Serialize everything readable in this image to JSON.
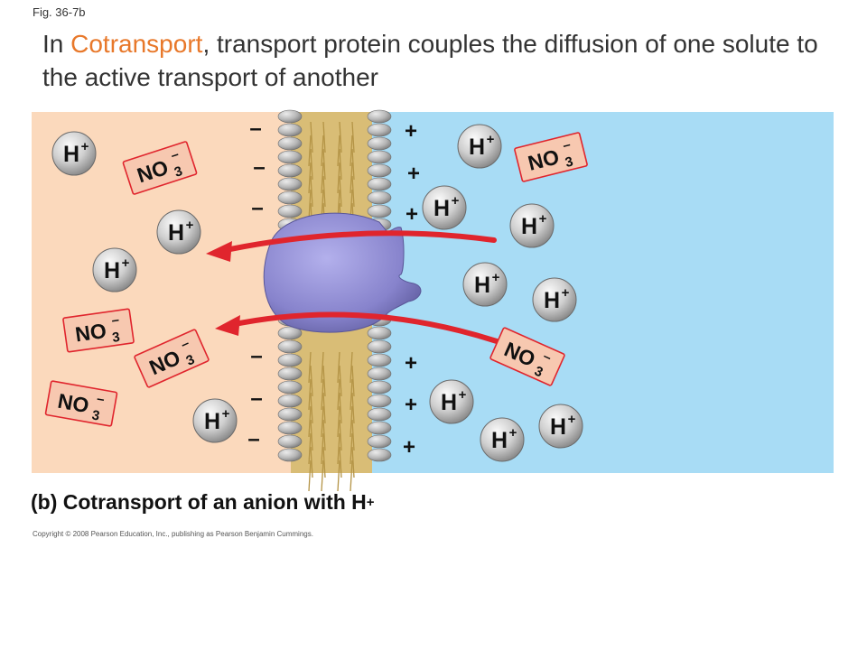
{
  "figure_label": "Fig. 36-7b",
  "title": {
    "before": "In ",
    "highlight": "Cotransport",
    "after": ", transport protein couples the diffusion of one solute to the active transport of another"
  },
  "caption": {
    "text": "(b) Cotransport of an anion with H",
    "superscript": "+"
  },
  "copyright": "Copyright © 2008 Pearson Education, Inc., publishing as Pearson Benjamin Cummings.",
  "ions": {
    "proton": {
      "base": "H",
      "charge": "+"
    },
    "nitrate": {
      "base": "NO",
      "subscript": "3",
      "charge": "–"
    }
  },
  "membrane_charges": {
    "left": "–",
    "right": "+"
  },
  "colors": {
    "extracellular": "#fbd9bc",
    "cytoplasm": "#a8dcf5",
    "membrane": "#d9bd76",
    "phospholipid_head": "#b3b3b3",
    "protein": "#8783cc",
    "arrow": "#e0252d",
    "nitrate_label": "#f7c8b0",
    "highlight": "#e8782a"
  }
}
